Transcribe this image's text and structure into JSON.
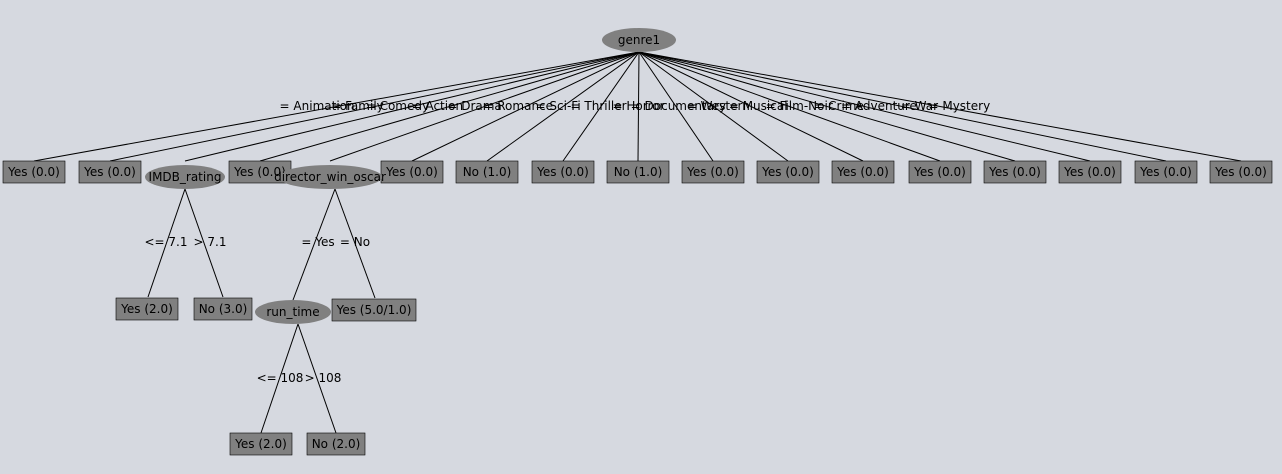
{
  "root": "genre1",
  "genre_edges": [
    {
      "label": "= Animation",
      "leaf": "Yes (0.0)"
    },
    {
      "label": "= Family",
      "leaf": "Yes (0.0)"
    },
    {
      "label": "= Comedy",
      "node": "IMDB_rating"
    },
    {
      "label": "= Action",
      "leaf": "Yes (0.0)"
    },
    {
      "label": "= Drama",
      "node": "director_win_oscar"
    },
    {
      "label": "= Romance",
      "leaf": "Yes (0.0)"
    },
    {
      "label": "= Sci-Fi",
      "leaf": "No (1.0)"
    },
    {
      "label": "= Thriller",
      "leaf": "Yes (0.0)"
    },
    {
      "label": "= Horror",
      "leaf": "No (1.0)"
    },
    {
      "label": "= Documentary",
      "leaf": "Yes (0.0)"
    },
    {
      "label": "= Western",
      "leaf": "Yes (0.0)"
    },
    {
      "label": "= Musical",
      "leaf": "Yes (0.0)"
    },
    {
      "label": "= Film-Noir",
      "leaf": "Yes (0.0)"
    },
    {
      "label": "= Crime",
      "leaf": "Yes (0.0)"
    },
    {
      "label": "= Adventure",
      "leaf": "Yes (0.0)"
    },
    {
      "label": "= War",
      "leaf": "Yes (0.0)"
    },
    {
      "label": "= Mystery",
      "leaf": "Yes (0.0)"
    }
  ],
  "imdb": {
    "name": "IMDB_rating",
    "edges": [
      {
        "label": "<= 7.1",
        "leaf": "Yes (2.0)"
      },
      {
        "label": "> 7.1",
        "leaf": "No (3.0)"
      }
    ]
  },
  "oscar": {
    "name": "director_win_oscar",
    "edges": [
      {
        "label": "= Yes",
        "node": "run_time"
      },
      {
        "label": "= No",
        "leaf": "Yes (5.0/1.0)"
      }
    ]
  },
  "runtime": {
    "name": "run_time",
    "edges": [
      {
        "label": "<= 108",
        "leaf": "Yes (2.0)"
      },
      {
        "label": "> 108",
        "leaf": "No (2.0)"
      }
    ]
  },
  "colors": {
    "background": "#d6d9e0",
    "node_fill": "#808080",
    "line": "#000000"
  }
}
